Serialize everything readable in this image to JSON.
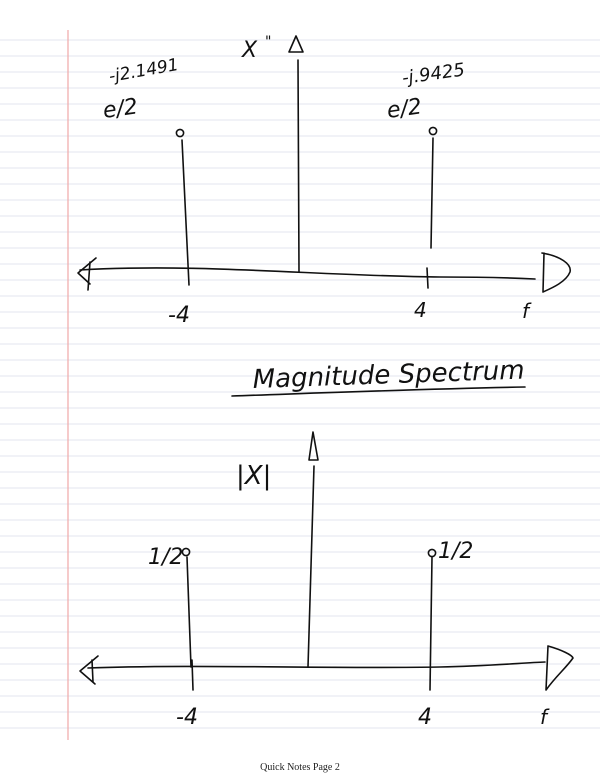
{
  "top_plot": {
    "ylabel": "X",
    "ylabel_mark": "\"",
    "left_label": "-j2.1491",
    "left_coef": "e/2",
    "right_label": "-j.9425",
    "right_coef": "e/2",
    "tick_left": "-4",
    "tick_right": "4",
    "axis_var": "f"
  },
  "section_title": "Magnitude Spectrum",
  "bottom_plot": {
    "ylabel": "|X|",
    "left_label": "1/2",
    "right_label": "1/2",
    "tick_left": "-4",
    "tick_right": "4",
    "axis_var": "f"
  },
  "footer": "Quick Notes Page 2"
}
